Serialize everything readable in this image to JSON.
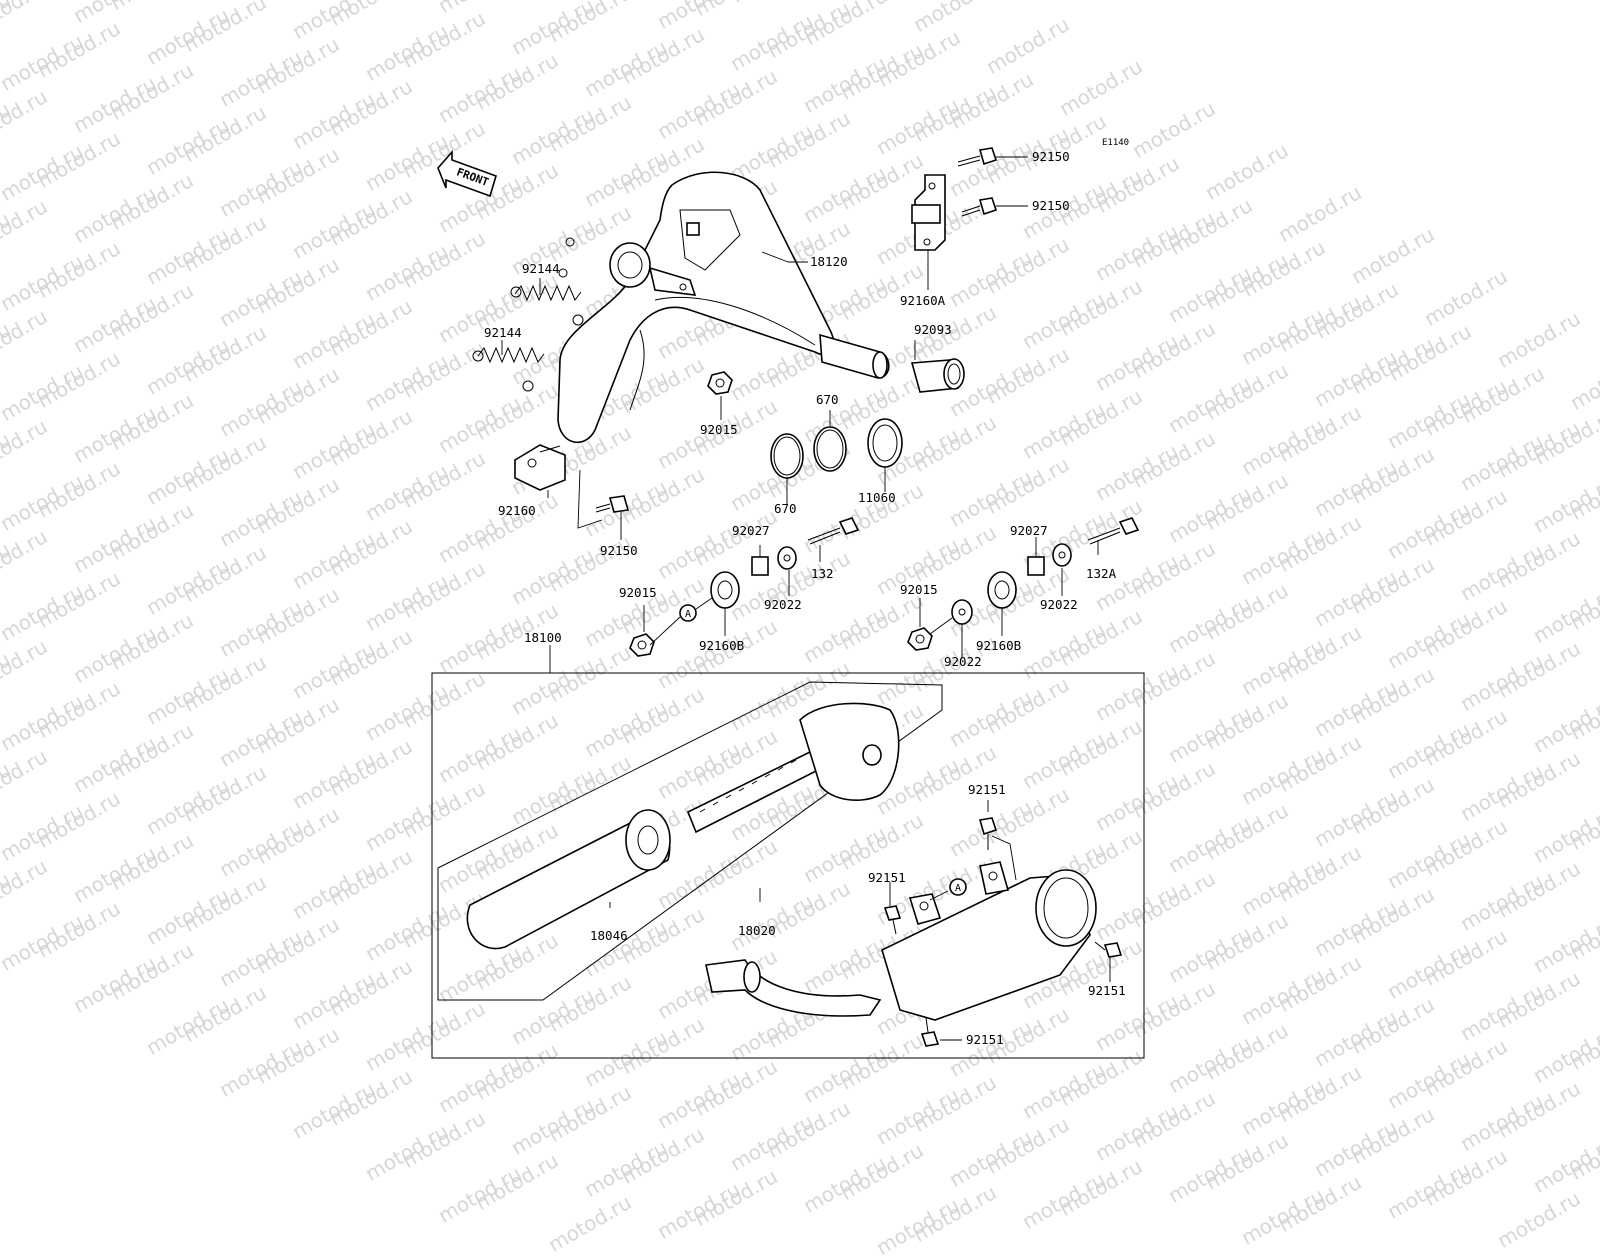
{
  "watermark": {
    "text": "motod.ru"
  },
  "diagram": {
    "code": "E1140",
    "front_label": "FRONT",
    "ref_marker": "A",
    "parts": {
      "p92150_top": "92150",
      "p92150_mid": "92150",
      "p18120": "18120",
      "p92160A": "92160A",
      "p92144_top": "92144",
      "p92144_bottom": "92144",
      "p92093": "92093",
      "p92015_top": "92015",
      "p670_top": "670",
      "p670_bottom": "670",
      "p11060": "11060",
      "p92160": "92160",
      "p92150_bottom": "92150",
      "p92027_left": "92027",
      "p132": "132",
      "p92022_left": "92022",
      "p92015_left": "92015",
      "p92160B_left": "92160B",
      "p92027_right": "92027",
      "p132A": "132A",
      "p92015_right": "92015",
      "p92022_right": "92022",
      "p92160B_right": "92160B",
      "p92022_bottom": "92022",
      "p18100": "18100",
      "p18046": "18046",
      "p18020": "18020",
      "p92151_topright": "92151",
      "p92151_left": "92151",
      "p92151_right": "92151",
      "p92151_bottom": "92151"
    }
  }
}
